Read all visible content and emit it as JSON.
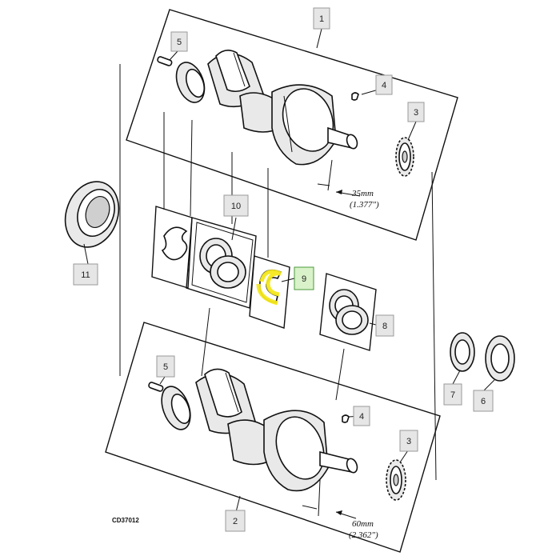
{
  "diagram": {
    "reference_code": "CD37012",
    "callouts": {
      "c1": "1",
      "c2": "2",
      "c3a": "3",
      "c3b": "3",
      "c4a": "4",
      "c4b": "4",
      "c5a": "5",
      "c5b": "5",
      "c6": "6",
      "c7": "7",
      "c8": "8",
      "c9": "9",
      "c10": "10",
      "c11": "11"
    },
    "dimensions": {
      "upper": {
        "metric": "35mm",
        "imperial": "(1.377\")"
      },
      "lower": {
        "metric": "60mm",
        "imperial": "(2.362\")"
      }
    },
    "highlight_color": "#f4e81c",
    "highlighted_part": "9"
  }
}
